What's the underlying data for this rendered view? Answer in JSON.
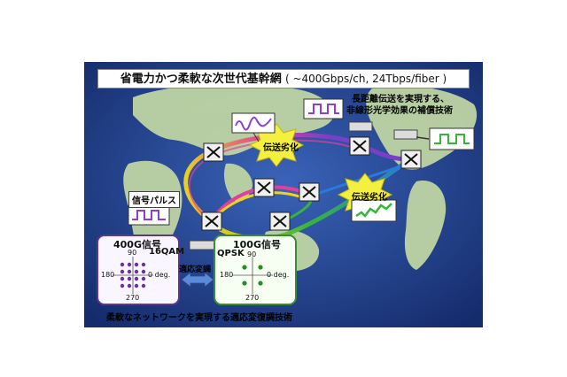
{
  "title": {
    "main": "省電力かつ柔軟な次世代基幹網",
    "sub": "( ~400Gbps/ch, 24Tbps/fiber )"
  },
  "labels": {
    "degradation_top": "伝送劣化",
    "degradation_right": "伝送劣化",
    "compensation_line1": "長距離伝送を実現する、",
    "compensation_line2": "非線形光学効果の補償技術",
    "signal_pulse": "信号パルス",
    "adaptive_mod": "適応変調",
    "bottom_caption": "柔軟なネットワークを実現する適応変復調技術"
  },
  "constellation_400g": {
    "title": "400G信号",
    "format": "16QAM",
    "deg_90": "90",
    "deg_180": "180",
    "deg_0": "0 deg.",
    "deg_270": "270"
  },
  "constellation_100g": {
    "title": "100G信号",
    "format": "QPSK",
    "deg_90": "90",
    "deg_180": "180",
    "deg_0": "0 deg.",
    "deg_270": "270"
  },
  "colors": {
    "ocean": "#1f3e8a",
    "land": "#c8dca8",
    "purple_path": "#7a3fc8",
    "magenta_path": "#e0409a",
    "yellow_path": "#f2d21a",
    "green_path": "#36b53a",
    "blue_path": "#2a7ad8",
    "burst": "#f4f040"
  }
}
